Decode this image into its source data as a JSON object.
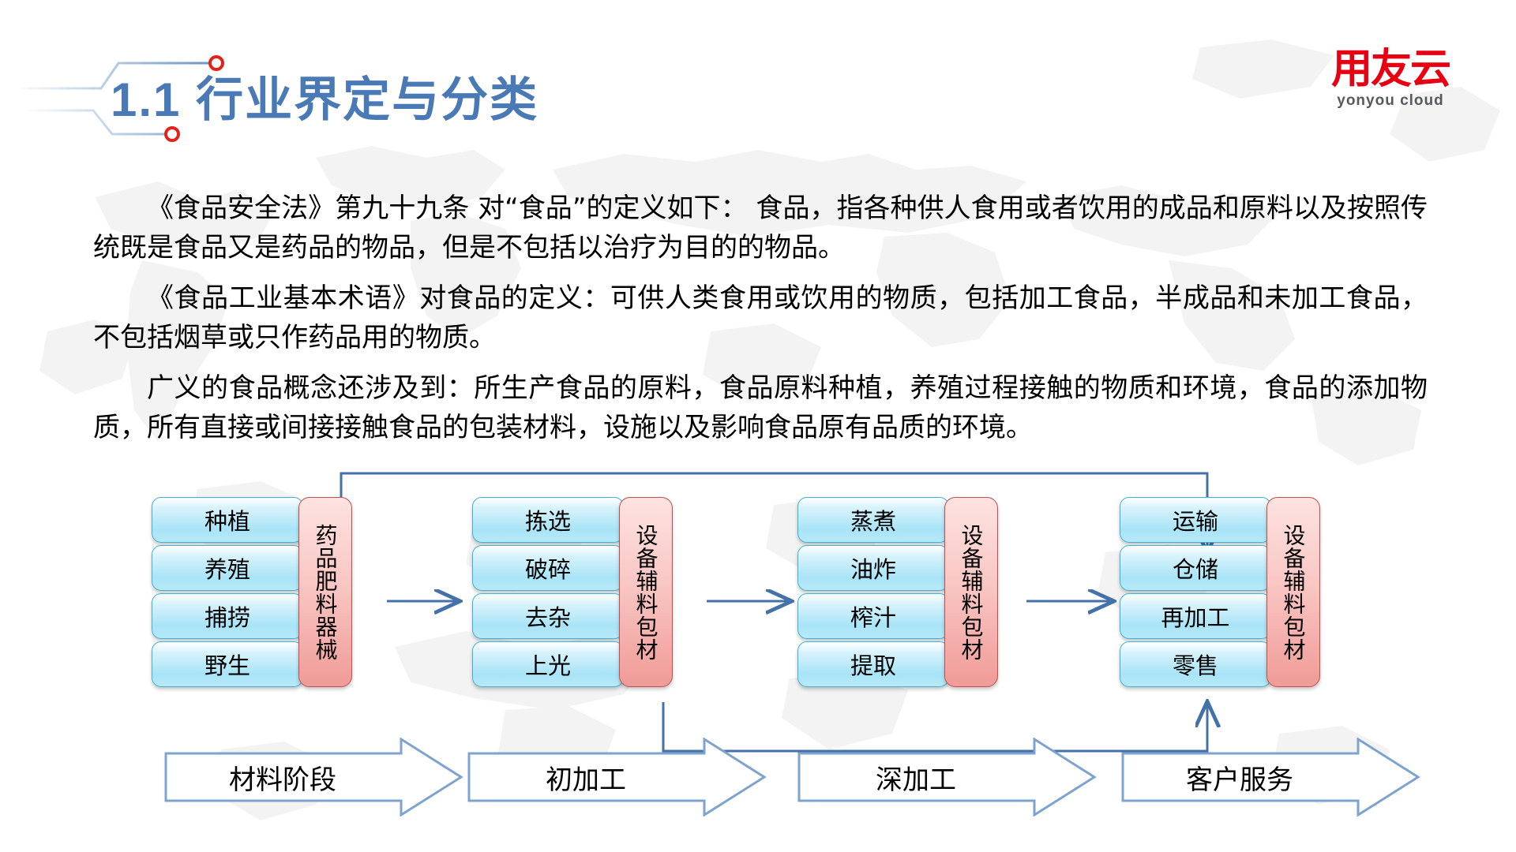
{
  "header": {
    "title": "1.1 行业界定与分类",
    "title_color": "#4a7ab5",
    "accent_dot_color": "#e2231a"
  },
  "logo": {
    "cn": "用友云",
    "en": "yonyou cloud",
    "color": "#e60012"
  },
  "body": {
    "paragraphs": [
      "《食品安全法》第九十九条 对“食品”的定义如下： 食品，指各种供人食用或者饮用的成品和原料以及按照传统既是食品又是药品的物品，但是不包括以治疗为目的的物品。",
      "《食品工业基本术语》对食品的定义：可供人类食用或饮用的物质，包括加工食品，半成品和未加工食品，不包括烟草或只作药品用的物质。",
      "广义的食品概念还涉及到：所生产食品的原料，食品原料种植，养殖过程接触的物质和环境，食品的添加物质，所有直接或间接接触食品的包装材料，设施以及影响食品原有品质的环境。"
    ]
  },
  "diagram": {
    "chip_fill": "#a8e4f7",
    "chip_border": "#3fb3d6",
    "side_fill": "#f4b3af",
    "side_border": "#c0504d",
    "connector_color": "#4472a8",
    "groups": [
      {
        "id": "material",
        "steps": [
          "种植",
          "养殖",
          "捕捞",
          "野生"
        ],
        "side": "药品肥料器械"
      },
      {
        "id": "primary-processing",
        "steps": [
          "拣选",
          "破碎",
          "去杂",
          "上光"
        ],
        "side": "设备辅料包材"
      },
      {
        "id": "deep-processing",
        "steps": [
          "蒸煮",
          "油炸",
          "榨汁",
          "提取"
        ],
        "side": "设备辅料包材"
      },
      {
        "id": "customer-service",
        "steps": [
          "运输",
          "仓储",
          "再加工",
          "零售"
        ],
        "side": "设备辅料包材"
      }
    ],
    "banners": [
      {
        "id": "material-stage",
        "label": "材料阶段"
      },
      {
        "id": "primary-processing-stage",
        "label": "初加工"
      },
      {
        "id": "deep-processing-stage",
        "label": "深加工"
      },
      {
        "id": "customer-service-stage",
        "label": "客户服务"
      }
    ]
  }
}
